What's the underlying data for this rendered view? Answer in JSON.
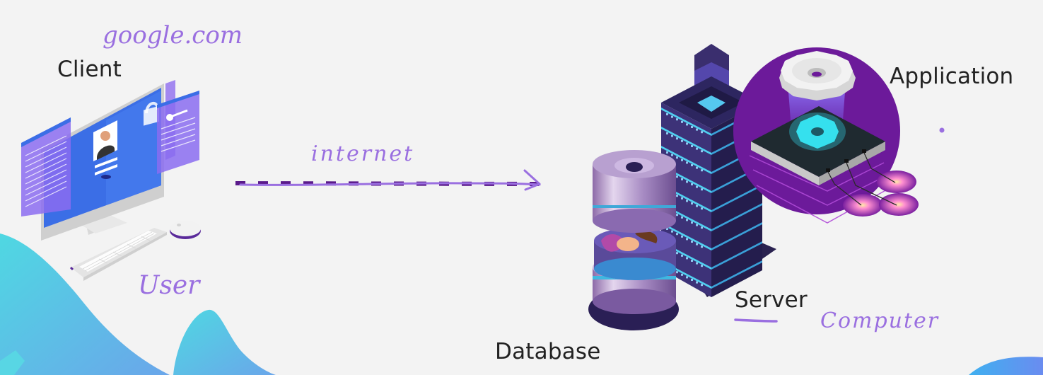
{
  "diagram": {
    "nodes": {
      "client": {
        "label": "Client",
        "illustration": "desktop-computer-with-login-screen"
      },
      "application": {
        "label": "Application",
        "illustration": "gear-on-device-platform"
      },
      "server": {
        "label": "Server",
        "illustration": "server-rack-tower"
      },
      "database": {
        "label": "Database",
        "illustration": "stacked-disk-cylinders"
      }
    },
    "connections": [
      {
        "from": "client",
        "to": "server",
        "style": "dashed-arrow",
        "annotation": "internet"
      }
    ],
    "annotations": {
      "domain": "google.com",
      "user": "User",
      "internet": "internet",
      "computer": "Computer"
    },
    "colors": {
      "background": "#f3f3f3",
      "ink": "#9a6fe0",
      "label": "#222222",
      "dashes": "#5a1a8a",
      "accent_purple": "#6a1b9a",
      "accent_cyan": "#35d6ec",
      "screen_blue": "#3b6ee6",
      "wave_teal": "#4fd0e0"
    }
  }
}
